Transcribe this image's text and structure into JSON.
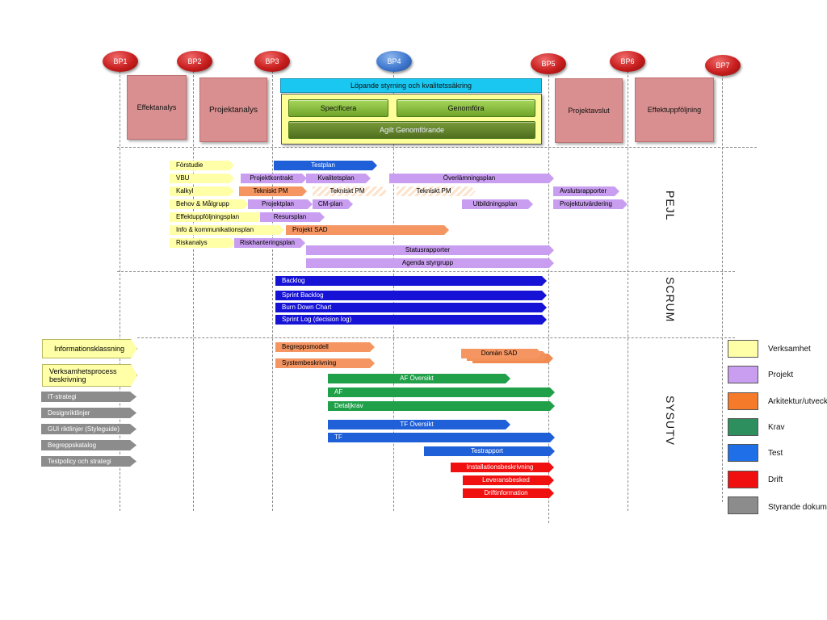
{
  "milestones": [
    {
      "label": "BP1"
    },
    {
      "label": "BP2"
    },
    {
      "label": "BP3"
    },
    {
      "label": "BP4"
    },
    {
      "label": "BP5"
    },
    {
      "label": "BP6"
    },
    {
      "label": "BP7"
    }
  ],
  "phases": {
    "effektanalys": "Effektanalys",
    "projektanalys": "Projektanalys",
    "lopande": "Löpande styrning och kvalitetssäkring",
    "specificera": "Specificera",
    "genomfora": "Genomföra",
    "agilt": "Agilt Genomförande",
    "projektavslut": "Projektavslut",
    "effektuppfoljning": "Effektuppföljning"
  },
  "lanes": {
    "pejl": "PEJL",
    "scrum": "SCRUM",
    "sysutv": "SYSUTV"
  },
  "pejl": [
    {
      "label": "Förstudie",
      "color": "y"
    },
    {
      "label": "VBU",
      "color": "y"
    },
    {
      "label": "Kalkyl",
      "color": "y"
    },
    {
      "label": "Behov & Målgrupp",
      "color": "y"
    },
    {
      "label": "Effektuppföljningsplan",
      "color": "y"
    },
    {
      "label": "Info & kommunikationsplan",
      "color": "y"
    },
    {
      "label": "Riskanalys",
      "color": "y"
    },
    {
      "label": "Testplan",
      "color": "b"
    },
    {
      "label": "Projektkontrakt",
      "color": "p"
    },
    {
      "label": "Kvalitetsplan",
      "color": "p"
    },
    {
      "label": "Överlämningsplan",
      "color": "p"
    },
    {
      "label": "Tekniskt PM",
      "color": "o"
    },
    {
      "label": "Tekniskt PM",
      "color": "h"
    },
    {
      "label": "Tekniskt PM",
      "color": "h"
    },
    {
      "label": "Avslutsrapporter",
      "color": "p"
    },
    {
      "label": "Projektplan",
      "color": "p"
    },
    {
      "label": "CM-plan",
      "color": "p"
    },
    {
      "label": "Utbildningsplan",
      "color": "p"
    },
    {
      "label": "Projektutvärdering",
      "color": "p"
    },
    {
      "label": "Resursplan",
      "color": "p"
    },
    {
      "label": "Projekt SAD",
      "color": "o"
    },
    {
      "label": "Riskhanteringsplan",
      "color": "p"
    },
    {
      "label": "Statusrapporter",
      "color": "p"
    },
    {
      "label": "Agenda styrgrupp",
      "color": "p"
    }
  ],
  "scrum": [
    {
      "label": "Backlog"
    },
    {
      "label": "Sprint Backlog"
    },
    {
      "label": "Burn Down Chart"
    },
    {
      "label": "Sprint Log (decision log)"
    }
  ],
  "sysutv": [
    {
      "label": "Begreppsmodell",
      "color": "o"
    },
    {
      "label": "Systembeskrivning",
      "color": "o"
    },
    {
      "label": "Domän SAD",
      "color": "o"
    },
    {
      "label": "AF Översikt",
      "color": "g"
    },
    {
      "label": "AF",
      "color": "g"
    },
    {
      "label": "Detaljkrav",
      "color": "g"
    },
    {
      "label": "TF Översikt",
      "color": "b"
    },
    {
      "label": "TF",
      "color": "b"
    },
    {
      "label": "Testrapport",
      "color": "b"
    },
    {
      "label": "Installationsbeskrivning",
      "color": "r"
    },
    {
      "label": "Leveransbesked",
      "color": "r"
    },
    {
      "label": "Driftinformation",
      "color": "r"
    }
  ],
  "side": [
    {
      "label": "Informationsklassning",
      "type": "y"
    },
    {
      "label": "Verksamhetsprocess beskrivning",
      "type": "y"
    },
    {
      "label": "IT-strategi",
      "type": "gr"
    },
    {
      "label": "Designriktlinjer",
      "type": "gr"
    },
    {
      "label": "GUI riktlinjer (Styleguide)",
      "type": "gr"
    },
    {
      "label": "Begreppskatalog",
      "type": "gr"
    },
    {
      "label": "Testpolicy och strategi",
      "type": "gr"
    }
  ],
  "legend": [
    {
      "label": "Verksamhet",
      "color": "#ffffa8"
    },
    {
      "label": "Projekt",
      "color": "#c99ef0"
    },
    {
      "label": "Arkitektur/utveckling",
      "color": "#f57a2a"
    },
    {
      "label": "Krav",
      "color": "#2e8f5e"
    },
    {
      "label": "Test",
      "color": "#1f6fe8"
    },
    {
      "label": "Drift",
      "color": "#f01010"
    },
    {
      "label": "Styrande dokument",
      "color": "#8c8c8c"
    }
  ]
}
